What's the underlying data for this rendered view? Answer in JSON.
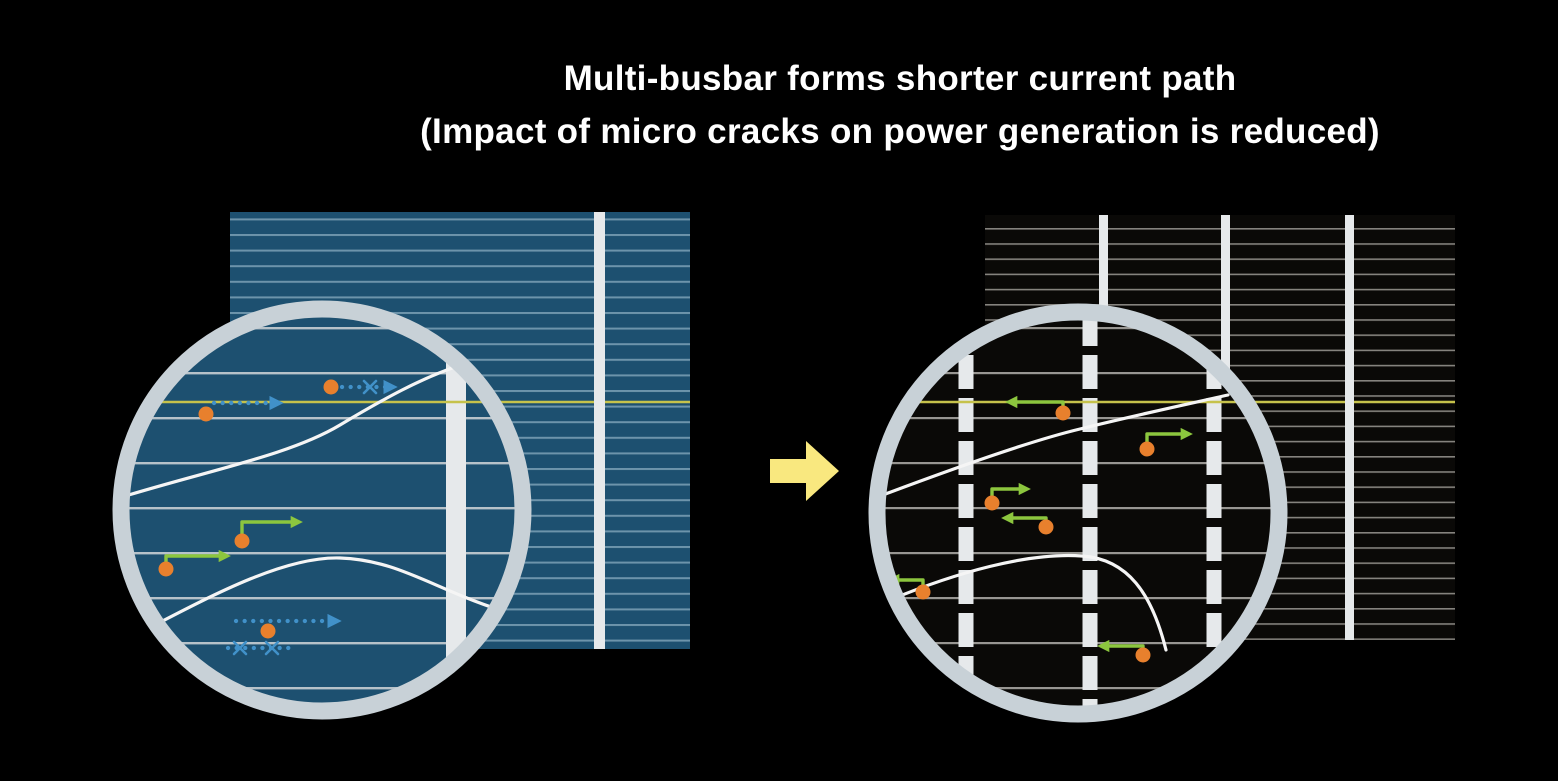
{
  "title": {
    "line1": "Multi-busbar forms shorter current path",
    "line2": "(Impact of micro cracks on power generation is reduced)"
  },
  "icons": {
    "transition_arrow": "right-arrow-icon",
    "left_magnifier": "magnifier-circle",
    "right_magnifier": "magnifier-circle",
    "blocked_path_marker": "x-cross-icon"
  },
  "colors": {
    "background": "#000000",
    "title_text": "#ffffff",
    "cell_left": "#1d5070",
    "finger_left": "#6d94ab",
    "finger_left_zoom": "#b7c2c9",
    "cell_right": "#0a0907",
    "finger_right": "#85837e",
    "finger_right_zoom": "#989692",
    "busbar": "#e6e9eb",
    "magnifier_ring": "#c8d1d7",
    "crack": "#f5f5f5",
    "yellow_finger": "#c6c24b",
    "transition_arrow": "#f9e87f",
    "charge_dot": "#e8802d",
    "long_path": "#4191c9",
    "short_path": "#8cc63e"
  }
}
